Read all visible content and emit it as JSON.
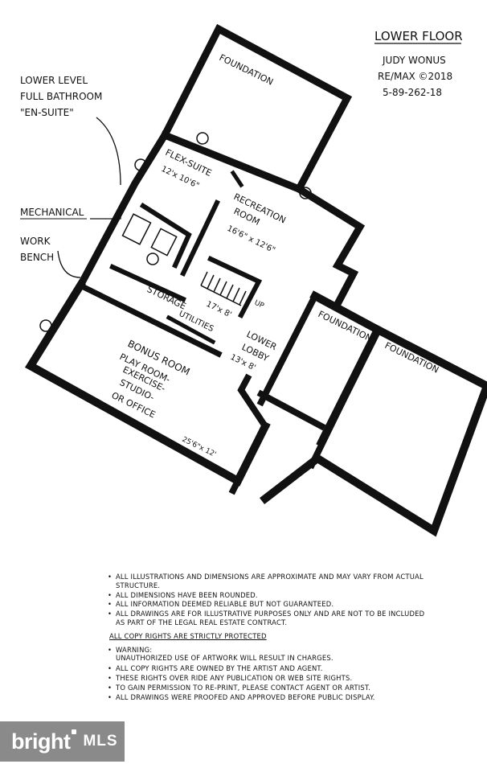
{
  "title_block": {
    "title": "LOWER FLOOR",
    "author": "JUDY WONUS",
    "brokerage": "RE/MAX ©2018",
    "date": "5-89-262-18"
  },
  "callouts": {
    "bathroom_line1": "LOWER LEVEL",
    "bathroom_line2": "FULL BATHROOM",
    "bathroom_line3": "\"EN-SUITE\"",
    "mechanical": "MECHANICAL",
    "work_line1": "WORK",
    "work_line2": "BENCH"
  },
  "rooms": {
    "foundation_top": "FOUNDATION",
    "foundation_mid": "FOUNDATION",
    "foundation_right": "FOUNDATION",
    "flex_name": "FLEX-SUITE",
    "flex_dims": "12'x 10'6\"",
    "rec_line1": "RECREATION",
    "rec_line2": "ROOM",
    "rec_dims": "16'6\" x 12'6\"",
    "storage": "STORAGE",
    "utilities": "UTILITIES",
    "storage_dims": "17'x 8'",
    "up": "UP",
    "lobby_line1": "LOWER",
    "lobby_line2": "LOBBY",
    "lobby_dims": "13'x 8'",
    "bonus_line1": "BONUS ROOM",
    "bonus_line2": "PLAY ROOM-",
    "bonus_line3": "EXERCISE-",
    "bonus_line4": "STUDIO-",
    "bonus_line5": "OR OFFICE",
    "bonus_dims": "25'6\"x 12'"
  },
  "notes": {
    "bullets": [
      "ALL ILLUSTRATIONS AND DIMENSIONS ARE APPROXIMATE AND MAY VARY FROM ACTUAL STRUCTURE.",
      "ALL DIMENSIONS HAVE BEEN ROUNDED.",
      "ALL INFORMATION DEEMED RELIABLE BUT NOT GUARANTEED.",
      "ALL DRAWINGS ARE FOR ILLUSTRATIVE PURPOSES ONLY AND ARE NOT TO BE INCLUDED AS PART OF THE LEGAL REAL ESTATE CONTRACT."
    ],
    "protected": "ALL COPY RIGHTS ARE STRICTLY PROTECTED",
    "warning_head": "WARNING:",
    "warning_text": "UNAUTHORIZED USE OF ARTWORK WILL RESULT IN CHARGES.",
    "rights": [
      "ALL COPY RIGHTS ARE OWNED BY THE ARTIST AND AGENT.",
      "THESE RIGHTS OVER RIDE ANY PUBLICATION OR WEB SITE RIGHTS.",
      "TO GAIN PERMISSION TO RE-PRINT, PLEASE CONTACT AGENT OR ARTIST.",
      "ALL DRAWINGS WERE PROOFED AND APPROVED BEFORE PUBLIC DISPLAY."
    ]
  },
  "watermark": {
    "brand": "bright",
    "suffix": "MLS"
  }
}
